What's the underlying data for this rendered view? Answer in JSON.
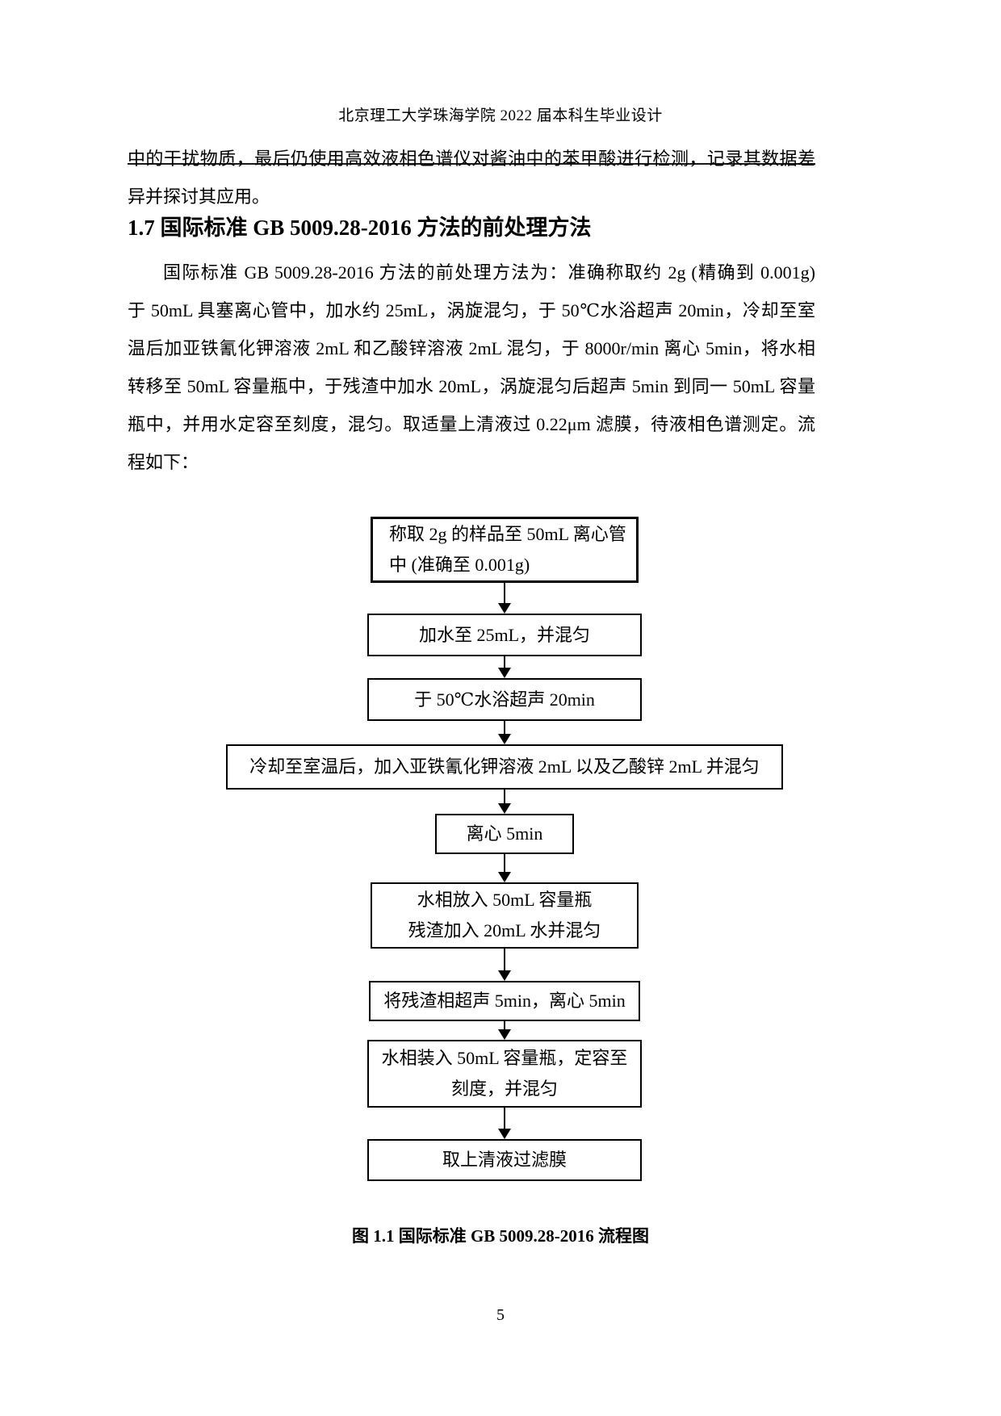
{
  "header": {
    "title": "北京理工大学珠海学院 2022 届本科生毕业设计"
  },
  "body": {
    "para_intro": {
      "lines": [
        "中的干扰物质，最后仍使用高效液相色谱仪对酱油中的苯甲酸进行检测，记录其数据差",
        "异并探讨其应用。"
      ]
    },
    "heading": "1.7 国际标准 GB 5009.28-2016 方法的前处理方法",
    "para_method": {
      "lines": [
        "国际标准 GB 5009.28-2016 方法的前处理方法为：准确称取约 2g (精确到 0.001g)",
        "于 50mL 具塞离心管中，加水约 25mL，涡旋混匀，于 50℃水浴超声 20min，冷却至室",
        "温后加亚铁氰化钾溶液 2mL 和乙酸锌溶液 2mL 混匀，于 8000r/min 离心 5min，将水相",
        "转移至 50mL 容量瓶中，于残渣中加水 20mL，涡旋混匀后超声 5min 到同一 50mL 容量",
        "瓶中，并用水定容至刻度，混匀。取适量上清液过 0.22μm 滤膜，待液相色谱测定。流",
        "程如下："
      ]
    }
  },
  "flowchart": {
    "steps": [
      {
        "lines": [
          "称取 2g 的样品至 50mL 离心管",
          "中 (准确至 0.001g)"
        ]
      },
      {
        "lines": [
          "加水至 25mL，并混匀"
        ]
      },
      {
        "lines": [
          "于 50℃水浴超声 20min"
        ]
      },
      {
        "lines": [
          "冷却至室温后，加入亚铁氰化钾溶液 2mL 以及乙酸锌 2mL 并混匀"
        ]
      },
      {
        "lines": [
          "离心 5min"
        ]
      },
      {
        "lines": [
          "水相放入 50mL 容量瓶",
          "残渣加入 20mL 水并混匀"
        ]
      },
      {
        "lines": [
          "将残渣相超声 5min，离心 5min"
        ]
      },
      {
        "lines": [
          "水相装入 50mL 容量瓶，定容至",
          "刻度，并混匀"
        ]
      },
      {
        "lines": [
          "取上清液过滤膜"
        ]
      }
    ]
  },
  "figure": {
    "caption": "图 1.1 国际标准 GB 5009.28-2016 流程图"
  },
  "footer": {
    "page_number": "5"
  }
}
